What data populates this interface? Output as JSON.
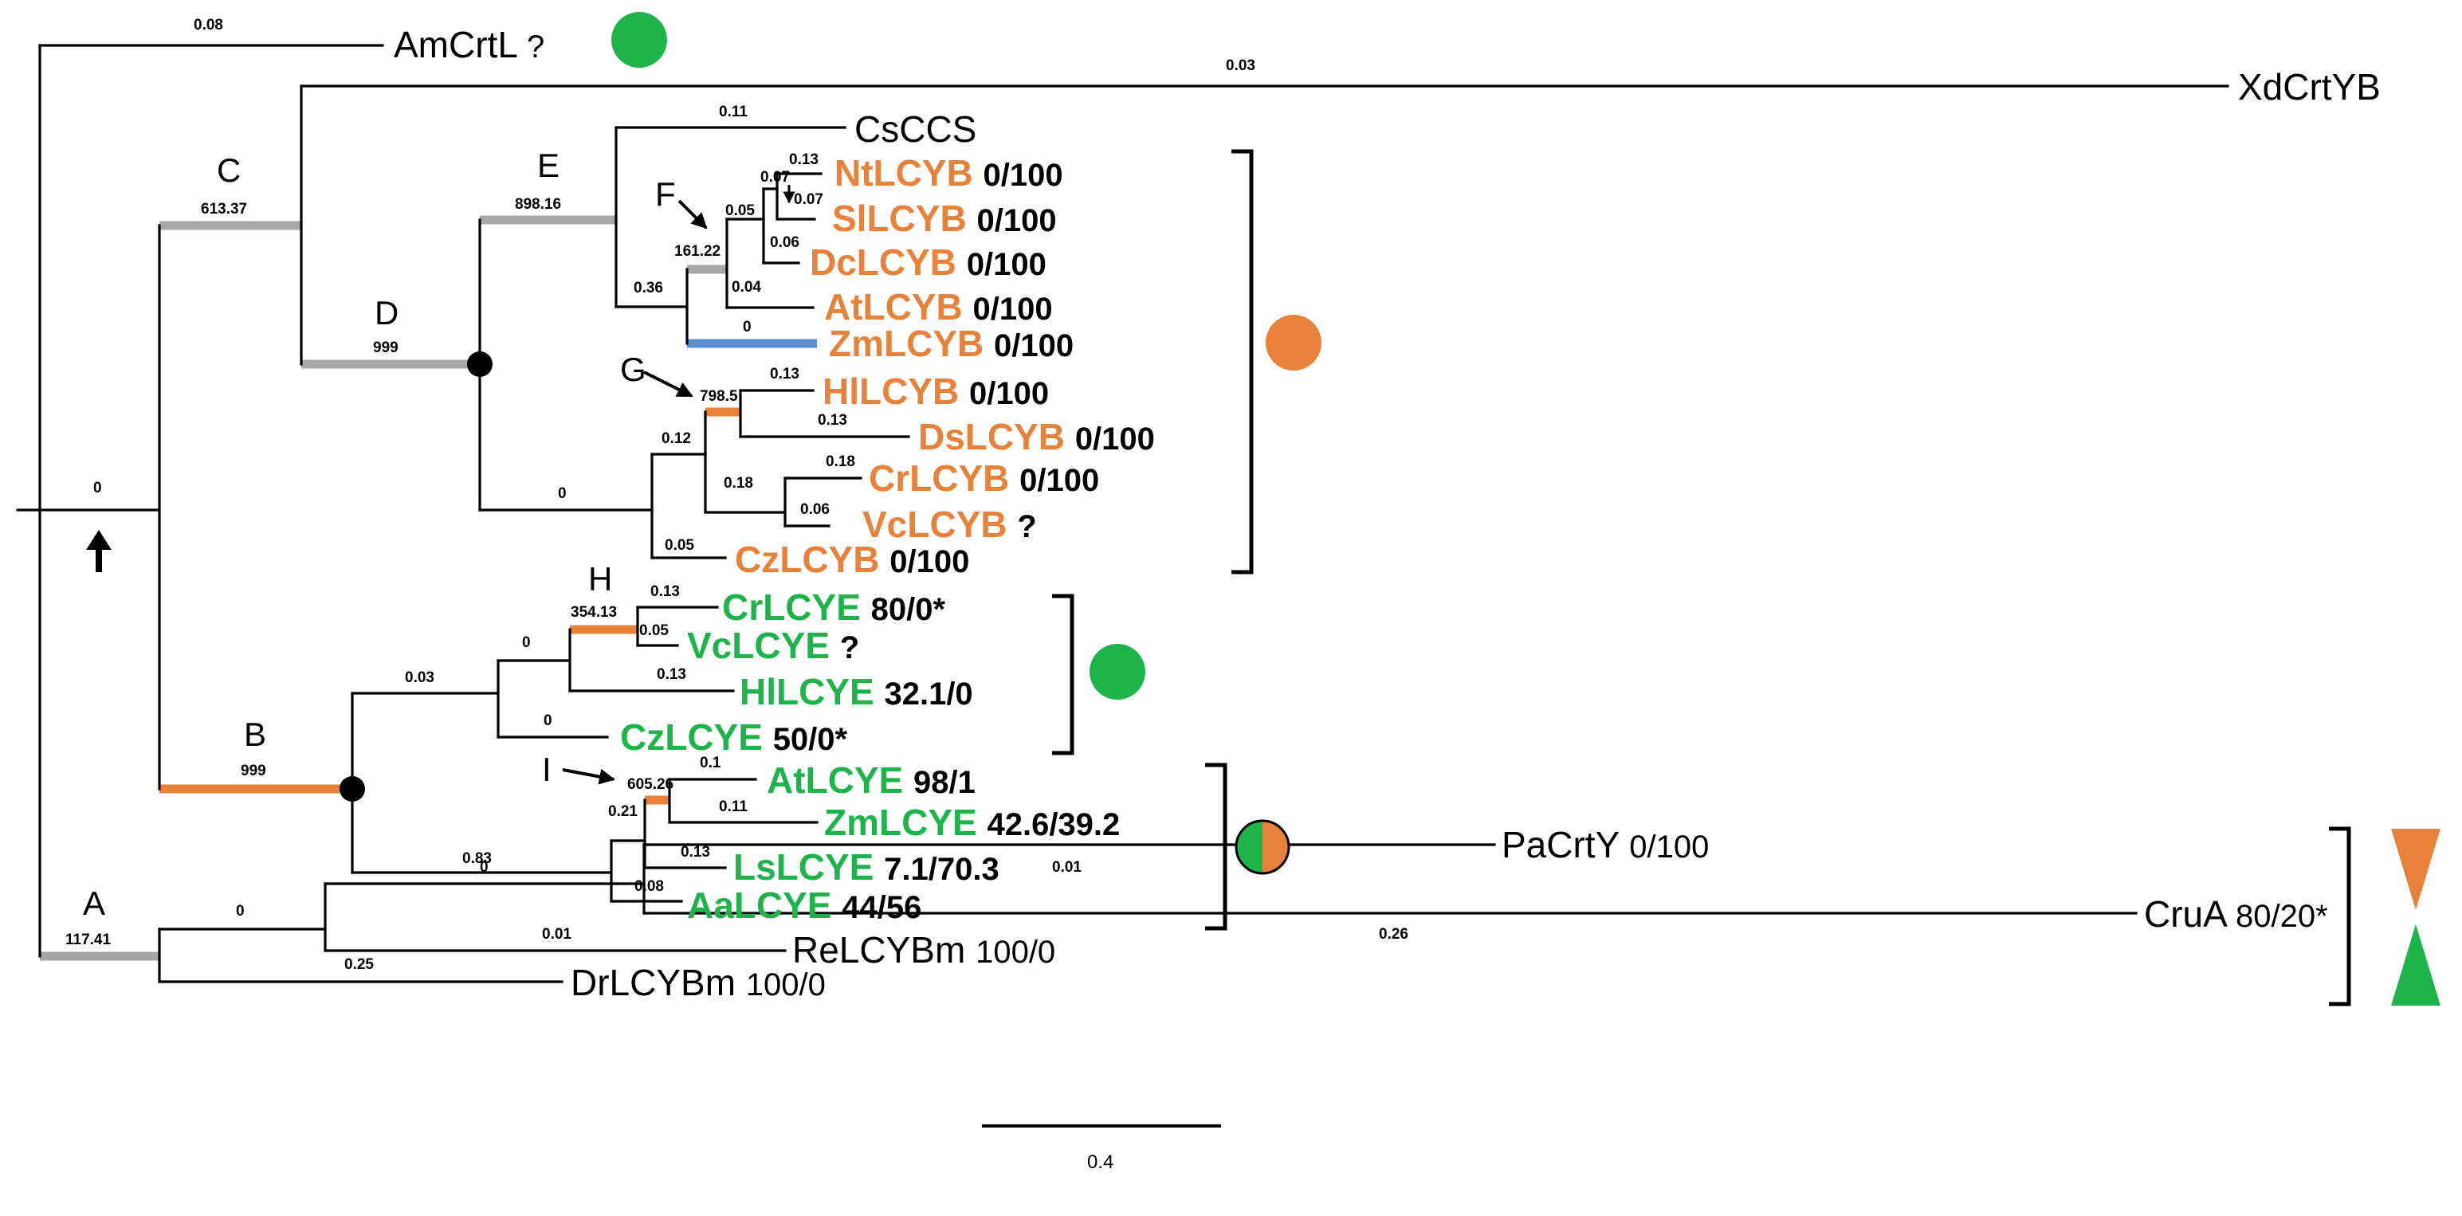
{
  "colors": {
    "orange": "#e8823a",
    "green": "#1fb34c",
    "gray": "#a7a7a7",
    "blue": "#5b8fd0",
    "black": "#000000"
  },
  "node_labels": [
    {
      "id": "A",
      "label": "A",
      "support": "117.41"
    },
    {
      "id": "B",
      "label": "B",
      "support": "999"
    },
    {
      "id": "C",
      "label": "C",
      "support": "613.37"
    },
    {
      "id": "D",
      "label": "D",
      "support": "999"
    },
    {
      "id": "E",
      "label": "E",
      "support": "898.16"
    },
    {
      "id": "F",
      "label": "F",
      "support": "161.22"
    },
    {
      "id": "G",
      "label": "G",
      "support": "798.5"
    },
    {
      "id": "H",
      "label": "H",
      "support": "354.13"
    },
    {
      "id": "I",
      "label": "I",
      "support": "605.26"
    }
  ],
  "branch_lengths": [
    "0.08",
    "0.03",
    "0.11",
    "0.13",
    "0.07",
    "0.07",
    "0.05",
    "0.06",
    "0.04",
    "0.36",
    "0",
    "0.13",
    "0.13",
    "0.12",
    "0.18",
    "0.18",
    "0.06",
    "0",
    "0.05",
    "0",
    "0.13",
    "0.05",
    "0",
    "0.13",
    "0.03",
    "0",
    "0.1",
    "0.21",
    "0.11",
    "0.13",
    "0.83",
    "0.08",
    "0",
    "0.01",
    "0.26",
    "0",
    "0.01",
    "0.25"
  ],
  "taxa": [
    {
      "id": "AmCrtL",
      "name": "AmCrtL",
      "value": "?",
      "color": "black",
      "bold": false
    },
    {
      "id": "XdCrtYB",
      "name": "XdCrtYB",
      "value": "",
      "color": "black",
      "bold": false
    },
    {
      "id": "CsCCS",
      "name": "CsCCS",
      "value": "",
      "color": "black",
      "bold": false
    },
    {
      "id": "NtLCYB",
      "name": "NtLCYB",
      "value": "0/100",
      "color": "orange",
      "bold": true
    },
    {
      "id": "SlLCYB",
      "name": "SlLCYB",
      "value": "0/100",
      "color": "orange",
      "bold": true
    },
    {
      "id": "DcLCYB",
      "name": "DcLCYB",
      "value": "0/100",
      "color": "orange",
      "bold": true
    },
    {
      "id": "AtLCYB",
      "name": "AtLCYB",
      "value": "0/100",
      "color": "orange",
      "bold": true
    },
    {
      "id": "ZmLCYB",
      "name": "ZmLCYB",
      "value": "0/100",
      "color": "orange",
      "bold": true
    },
    {
      "id": "HlLCYB",
      "name": "HlLCYB",
      "value": "0/100",
      "color": "orange",
      "bold": true
    },
    {
      "id": "DsLCYB",
      "name": "DsLCYB",
      "value": "0/100",
      "color": "orange",
      "bold": true
    },
    {
      "id": "CrLCYB",
      "name": "CrLCYB",
      "value": "0/100",
      "color": "orange",
      "bold": true
    },
    {
      "id": "VcLCYB",
      "name": "VcLCYB",
      "value": "?",
      "color": "orange",
      "bold": true
    },
    {
      "id": "CzLCYB",
      "name": "CzLCYB",
      "value": "0/100",
      "color": "orange",
      "bold": true
    },
    {
      "id": "CrLCYE",
      "name": "CrLCYE",
      "value": "80/0*",
      "color": "green",
      "bold": true
    },
    {
      "id": "VcLCYE",
      "name": "VcLCYE",
      "value": "?",
      "color": "green",
      "bold": true
    },
    {
      "id": "HlLCYE",
      "name": "HlLCYE",
      "value": "32.1/0",
      "color": "green",
      "bold": true
    },
    {
      "id": "CzLCYE",
      "name": "CzLCYE",
      "value": "50/0*",
      "color": "green",
      "bold": true
    },
    {
      "id": "AtLCYE",
      "name": "AtLCYE",
      "value": "98/1",
      "color": "green",
      "bold": true
    },
    {
      "id": "ZmLCYE",
      "name": "ZmLCYE",
      "value": "42.6/39.2",
      "color": "green",
      "bold": true
    },
    {
      "id": "LsLCYE",
      "name": "LsLCYE",
      "value": "7.1/70.3",
      "color": "green",
      "bold": true
    },
    {
      "id": "AaLCYE",
      "name": "AaLCYE",
      "value": "44/56",
      "color": "green",
      "bold": true
    },
    {
      "id": "PaCrtY",
      "name": "PaCrtY",
      "value": "0/100",
      "color": "black",
      "bold": false
    },
    {
      "id": "CruA",
      "name": "CruA",
      "value": "80/20*",
      "color": "black",
      "bold": false
    },
    {
      "id": "ReLCYBm",
      "name": "ReLCYBm",
      "value": "100/0",
      "color": "black",
      "bold": false
    },
    {
      "id": "DrLCYBm",
      "name": "DrLCYBm",
      "value": "100/0",
      "color": "black",
      "bold": false
    }
  ],
  "scale_bar": {
    "label": "0.4"
  },
  "icons": [
    "root-arrow-icon",
    "green-circle-icon",
    "orange-circle-icon",
    "half-green-orange-circle-icon",
    "orange-down-triangle-icon",
    "green-up-triangle-icon",
    "pointer-arrow-icon"
  ]
}
